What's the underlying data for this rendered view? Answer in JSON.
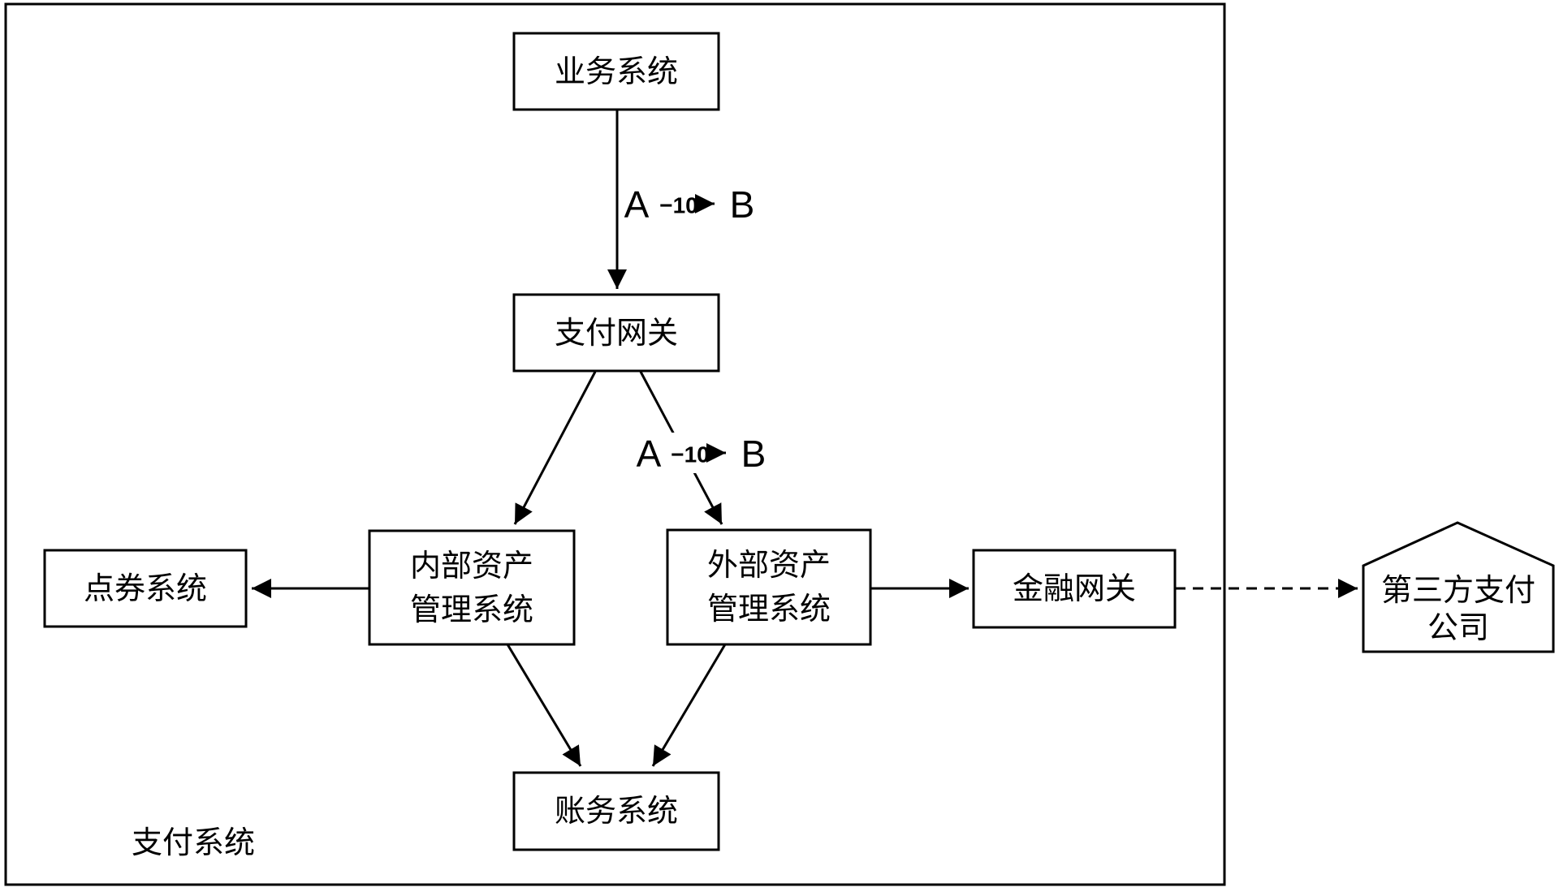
{
  "diagram": {
    "container_label": "支付系统",
    "nodes": {
      "business": {
        "label": "业务系统"
      },
      "payment_gateway": {
        "label": "支付网关"
      },
      "internal_asset": {
        "line1": "内部资产",
        "line2": "管理系统"
      },
      "external_asset": {
        "line1": "外部资产",
        "line2": "管理系统"
      },
      "points": {
        "label": "点券系统"
      },
      "finance_gateway": {
        "label": "金融网关"
      },
      "accounting": {
        "label": "账务系统",
        "fill": "#f6c2c8"
      },
      "third_party": {
        "line1": "第三方支付",
        "line2": "公司"
      }
    },
    "edge_labels": {
      "transfer1": {
        "from": "A",
        "amount": "−10",
        "to": "B"
      },
      "transfer2": {
        "from": "A",
        "amount": "−10",
        "to": "B"
      }
    },
    "colors": {
      "stroke": "#000000",
      "node_fill": "#ffffff",
      "accounting_fill": "#f6c2c8",
      "background": "#ffffff"
    }
  }
}
